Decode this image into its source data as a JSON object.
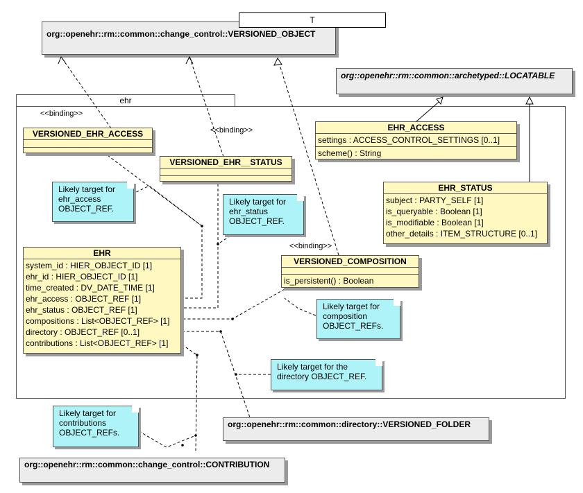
{
  "template_parameter": "T",
  "versioned_object": "org::openehr::rm::common::change_control::VERSIONED_OBJECT",
  "locatable": "org::openehr::rm::common::archetyped::LOCATABLE",
  "package_name": "ehr",
  "stereotype": "<<binding>>",
  "classes": {
    "versioned_ehr_access": "VERSIONED_EHR_ACCESS",
    "versioned_ehr_status": "VERSIONED_EHR__STATUS",
    "ehr_access": {
      "name": "EHR_ACCESS",
      "attributes": [
        "settings : ACCESS_CONTROL_SETTINGS [0..1]"
      ],
      "operations": [
        "scheme() : String"
      ]
    },
    "ehr_status": {
      "name": "EHR_STATUS",
      "attributes": [
        "subject : PARTY_SELF [1]",
        "is_queryable : Boolean [1]",
        "is_modifiable : Boolean [1]",
        "other_details : ITEM_STRUCTURE [0..1]"
      ]
    },
    "ehr": {
      "name": "EHR",
      "attributes": [
        "system_id : HIER_OBJECT_ID [1]",
        "ehr_id : HIER_OBJECT_ID [1]",
        "time_created : DV_DATE_TIME [1]",
        "ehr_access : OBJECT_REF [1]",
        "ehr_status : OBJECT_REF [1]",
        "compositions : List<OBJECT_REF> [1]",
        "directory : OBJECT_REF [0..1]",
        "contributions : List<OBJECT_REF> [1]"
      ]
    },
    "versioned_composition": {
      "name": "VERSIONED_COMPOSITION",
      "operations": [
        "is_persistent() : Boolean"
      ]
    }
  },
  "notes": {
    "ehr_access": [
      "Likely target for",
      "ehr_access",
      "OBJECT_REF."
    ],
    "ehr_status": [
      "Likely target for",
      "ehr_status",
      "OBJECT_REF."
    ],
    "composition": [
      "Likely target for",
      "composition",
      "OBJECT_REFs."
    ],
    "directory": [
      "Likely target for the",
      "directory OBJECT_REF."
    ],
    "contributions": [
      "Likely target for",
      "contributions",
      "OBJECT_REFs."
    ]
  },
  "versioned_folder": "org::openehr::rm::common::directory::VERSIONED_FOLDER",
  "contribution": "org::openehr::rm::common::change_control::CONTRIBUTION"
}
